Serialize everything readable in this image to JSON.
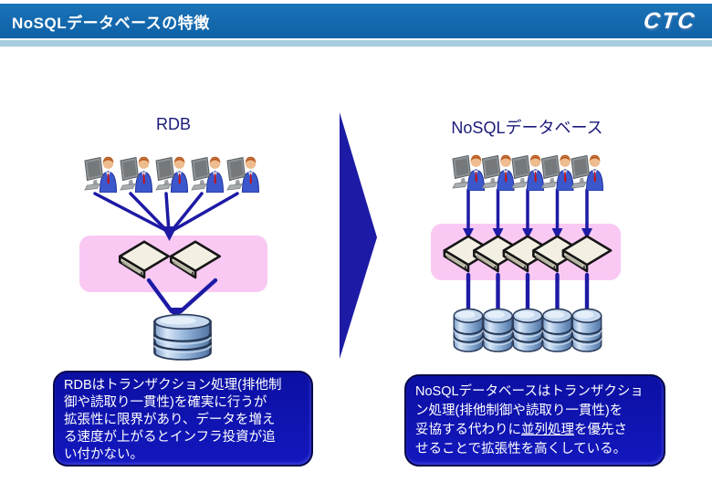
{
  "header": {
    "title": "NoSQLデータベースの特徴",
    "logo_text": "CTC"
  },
  "left_diagram": {
    "title": "RDB",
    "user_count": 5,
    "server_count": 2,
    "database_count": 1,
    "caption": "RDBはトランザクション処理(排他制\n御や読取り一貫性)を確実に行うが\n拡張性に限界があり、データを増え\nる速度が上がるとインフラ投資が追\nい付かない。"
  },
  "right_diagram": {
    "title": "NoSQLデータベース",
    "user_count": 5,
    "server_count": 5,
    "database_count": 5,
    "caption_pre": "NoSQLデータベースはトランザクショ\nン処理(排他制御や読取り一貫性)を\n妥協する代わりに",
    "caption_underlined": "並列処理",
    "caption_post": "を優先さ\nせることで拡張性を高くしている。"
  },
  "icons": {
    "user": "user-at-workstation-icon",
    "server": "server-icon",
    "database": "database-cylinder-icon",
    "transform": "big-right-arrow"
  },
  "colors": {
    "header_blue": "#0e61a6",
    "header_blue_light": "#1b73b7",
    "accent_strip": "#a6cede",
    "title_navy": "#1b1b7a",
    "arrow_navy": "#1d1aa5",
    "pink_box": "#f9c9f4",
    "caption_border": "#07084a",
    "caption_text": "#ffffff"
  }
}
